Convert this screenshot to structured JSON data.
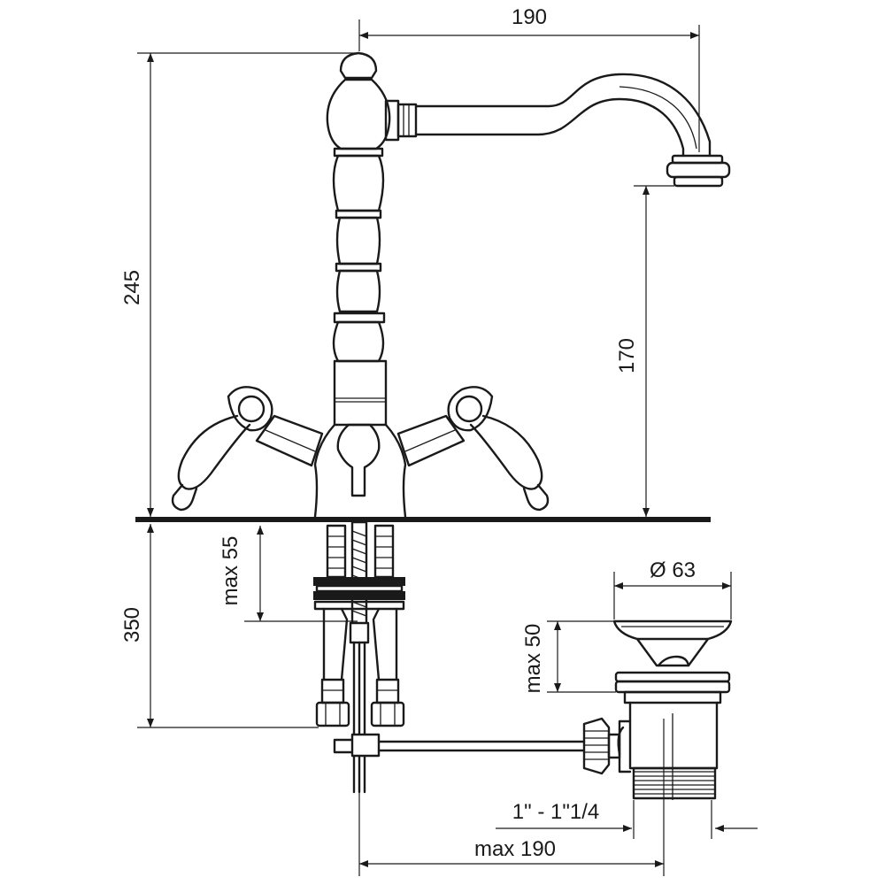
{
  "dimensions": {
    "spout_reach": "190",
    "total_height": "245",
    "spout_height": "170",
    "max_deck_thickness": "max 55",
    "hose_length": "350",
    "waste_diameter": "Ø 63",
    "waste_max_thickness": "max 50",
    "waste_thread": "1\" - 1\"1/4",
    "rod_length": "max 190"
  },
  "colors": {
    "ink": "#1a1a1a",
    "background": "#ffffff"
  }
}
